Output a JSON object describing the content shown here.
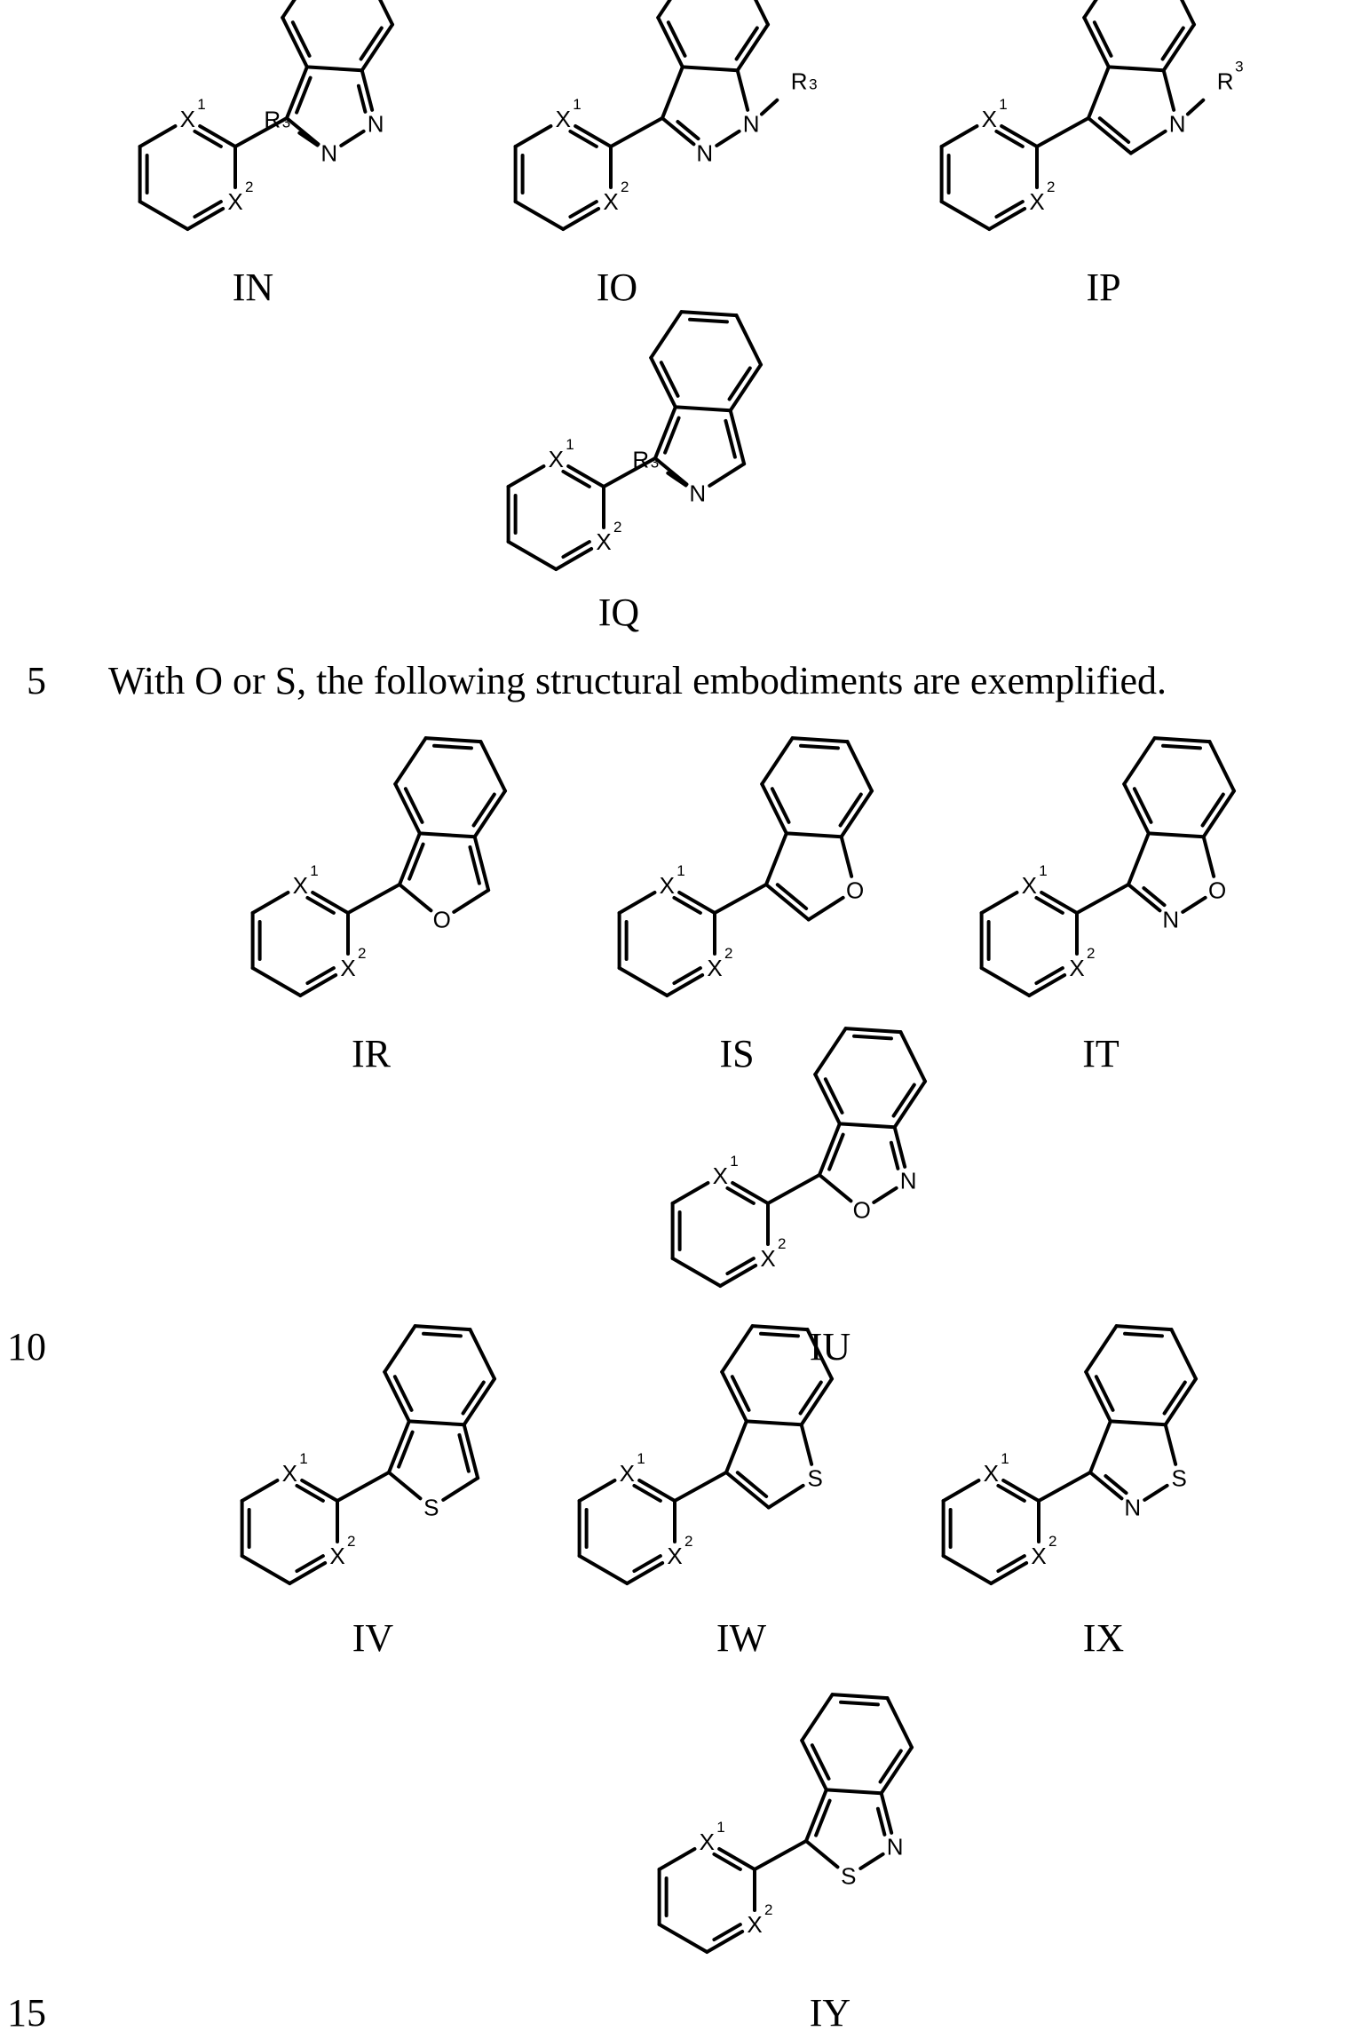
{
  "structures": [
    {
      "id": "IN",
      "label": "IN"
    },
    {
      "id": "IO",
      "label": "IO"
    },
    {
      "id": "IP",
      "label": "IP"
    },
    {
      "id": "IQ",
      "label": "IQ"
    },
    {
      "id": "IR",
      "label": "IR"
    },
    {
      "id": "IS",
      "label": "IS"
    },
    {
      "id": "IT",
      "label": "IT"
    },
    {
      "id": "IU",
      "label": "IU"
    },
    {
      "id": "IV",
      "label": "IV"
    },
    {
      "id": "IW",
      "label": "IW"
    },
    {
      "id": "IX",
      "label": "IX"
    },
    {
      "id": "IY",
      "label": "IY"
    }
  ],
  "text": {
    "sentence": "With O or S, the following structural embodiments are exemplified."
  },
  "line_numbers": {
    "five": "5",
    "ten": "10",
    "fifteen": "15"
  },
  "atoms": {
    "x": "X",
    "one": "1",
    "two": "2",
    "r": "R",
    "three": "3",
    "n": "N",
    "o": "O",
    "s": "S"
  }
}
